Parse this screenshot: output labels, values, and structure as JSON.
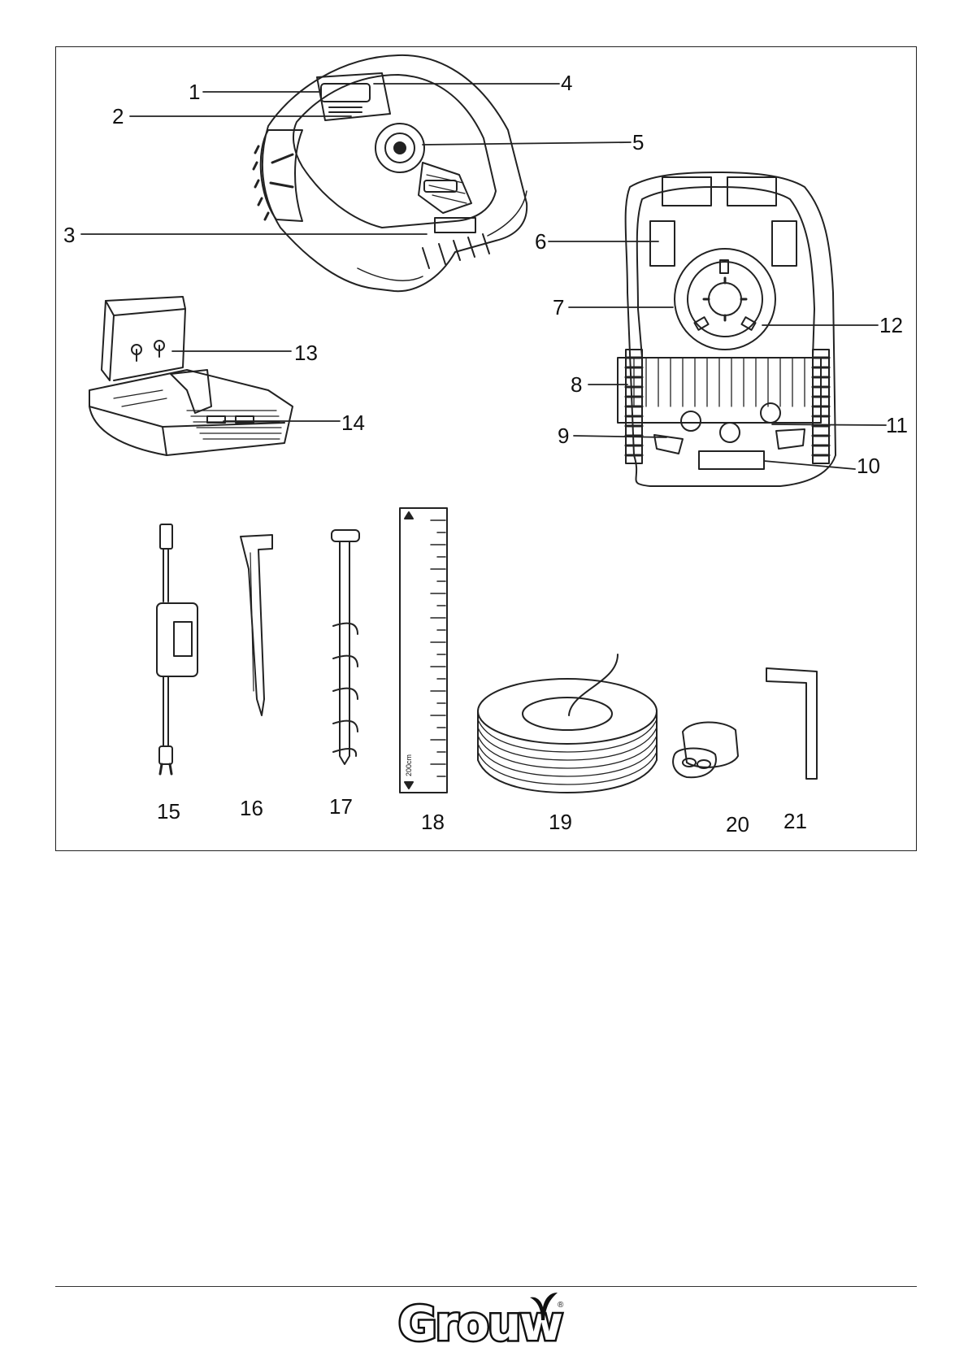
{
  "labels": {
    "l1": "1",
    "l2": "2",
    "l3": "3",
    "l4": "4",
    "l5": "5",
    "l6": "6",
    "l7": "7",
    "l8": "8",
    "l9": "9",
    "l10": "10",
    "l11": "11",
    "l12": "12",
    "l13": "13",
    "l14": "14",
    "l15": "15",
    "l16": "16",
    "l17": "17",
    "l18": "18",
    "l19": "19",
    "l20": "20",
    "l21": "21"
  },
  "brand": {
    "name": "Grouw",
    "registered": "®"
  },
  "ruler_text": "200cm"
}
